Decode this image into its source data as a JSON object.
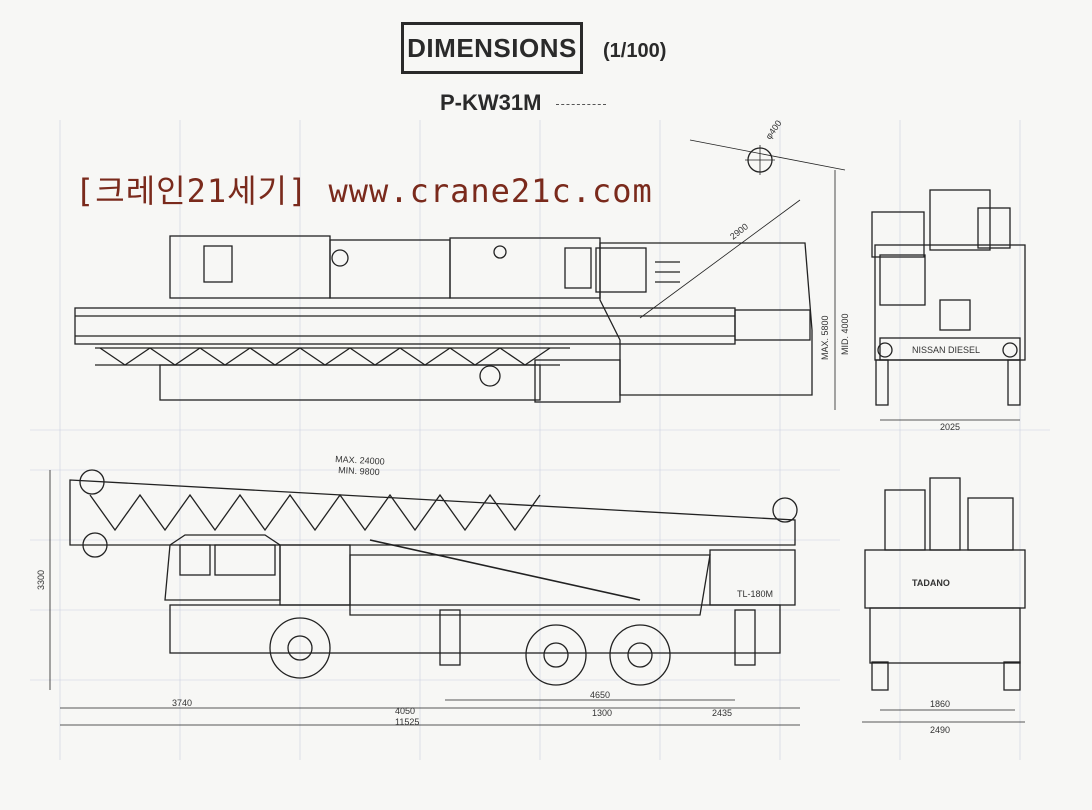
{
  "header": {
    "title": "DIMENSIONS",
    "scale": "(1/100)",
    "model": "P-KW31M"
  },
  "watermark": "[크레인21세기] www.crane21c.com",
  "labels": {
    "boom_length_max": "MAX. 24000",
    "boom_length_min": "MIN. 9800",
    "height": "3300",
    "front_overhang": "3740",
    "wheelbase_front": "4050",
    "tandem_span": "4650",
    "tandem_spacing": "1300",
    "rear_overhang": "2435",
    "overall_length": "11525",
    "max_height": "MAX. 5800",
    "mid_height": "MID. 4000",
    "swing_radius": "2900",
    "hook_dia": "φ400",
    "track_front": "2025",
    "track_rear": "1860",
    "overall_width": "2490",
    "front_grille": "NISSAN DIESEL",
    "rear_brand": "TADANO",
    "boom_plate": "TL-180M"
  }
}
